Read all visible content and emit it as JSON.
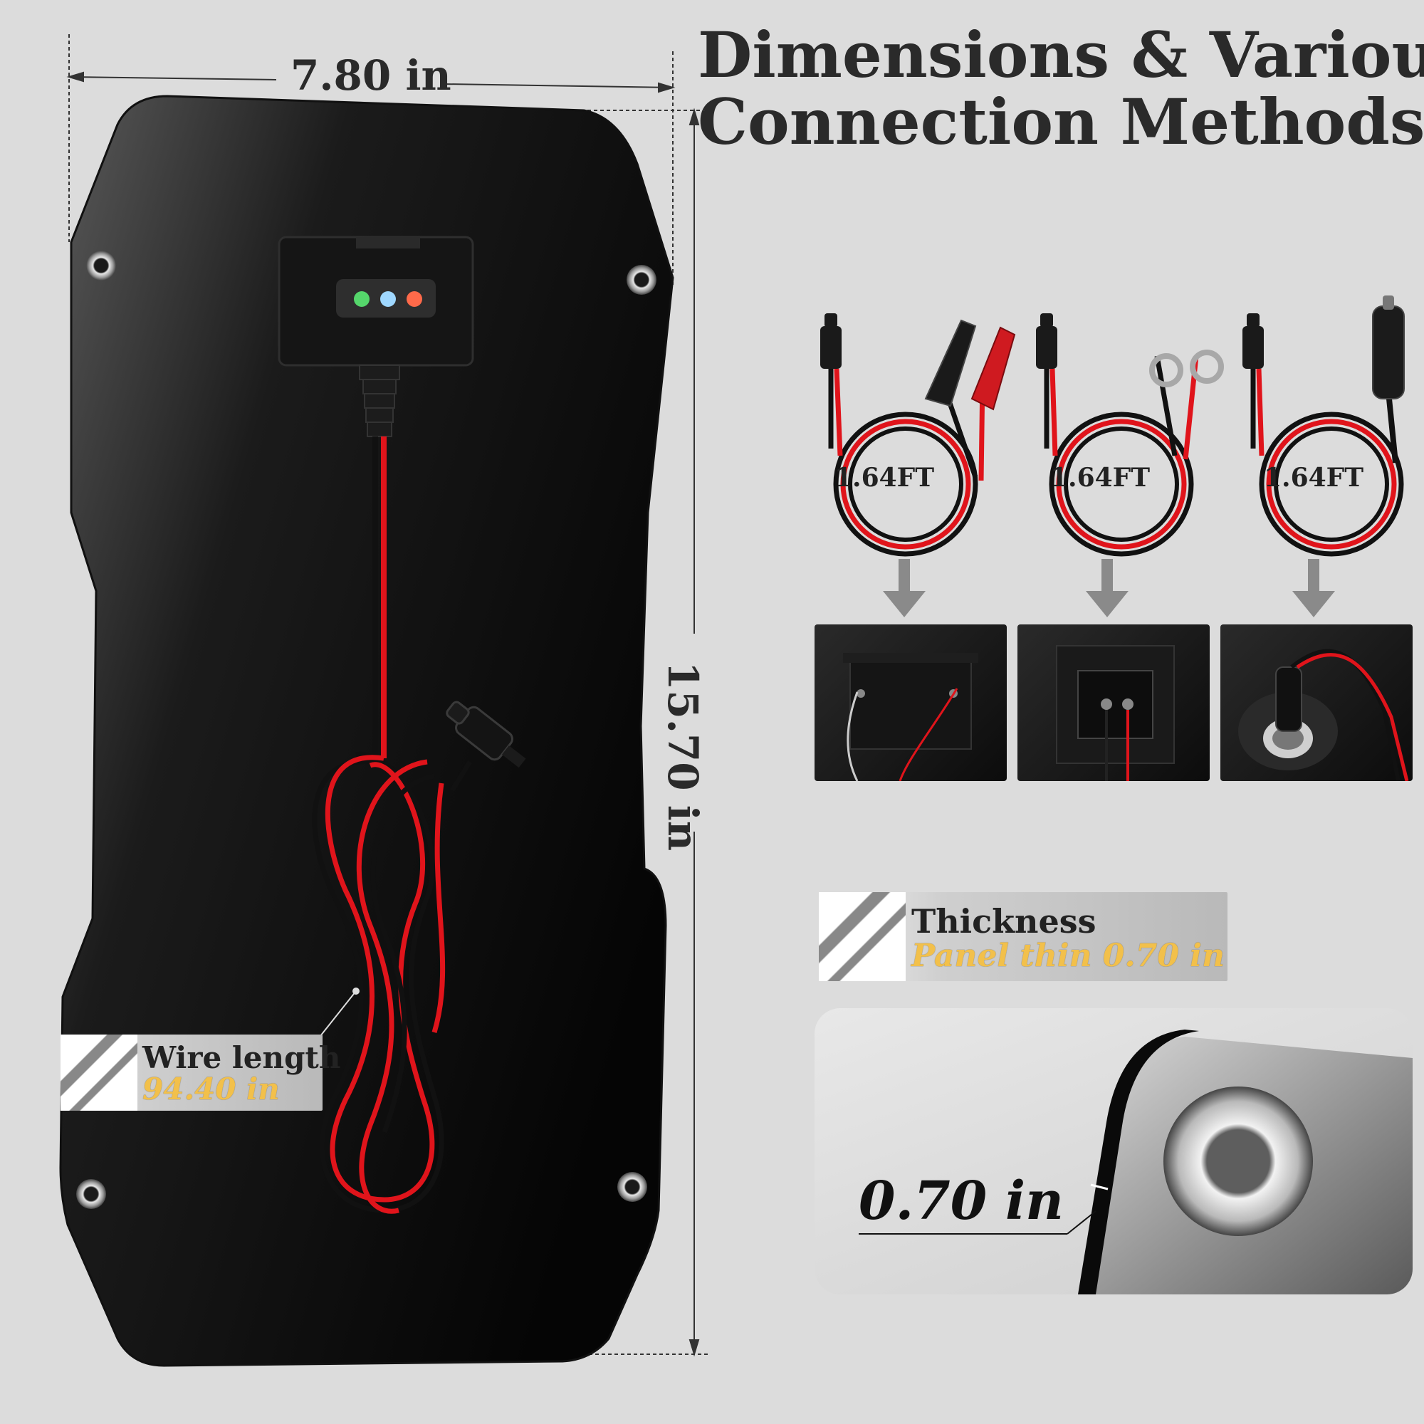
{
  "title": {
    "line1": "Dimensions & Various",
    "line2": "Connection Methods"
  },
  "dimensions": {
    "width": "7.80 in",
    "height": "15.70 in"
  },
  "wire": {
    "title": "Wire length",
    "value": "94.40 in"
  },
  "cables": [
    {
      "length": "1.64FT",
      "connector": "alligator-clips"
    },
    {
      "length": "1.64FT",
      "connector": "ring-terminals"
    },
    {
      "length": "1.64FT",
      "connector": "cigarette-lighter-plug"
    }
  ],
  "thickness": {
    "title": "Thickness",
    "value": "Panel thin 0.70 in",
    "detail_value": "0.70 in"
  },
  "indicator_colors": [
    "#55d66b",
    "#9fd8ff",
    "#ff6a4a"
  ],
  "accent_color": "#f2c04b",
  "cable_red": "#e0141b"
}
